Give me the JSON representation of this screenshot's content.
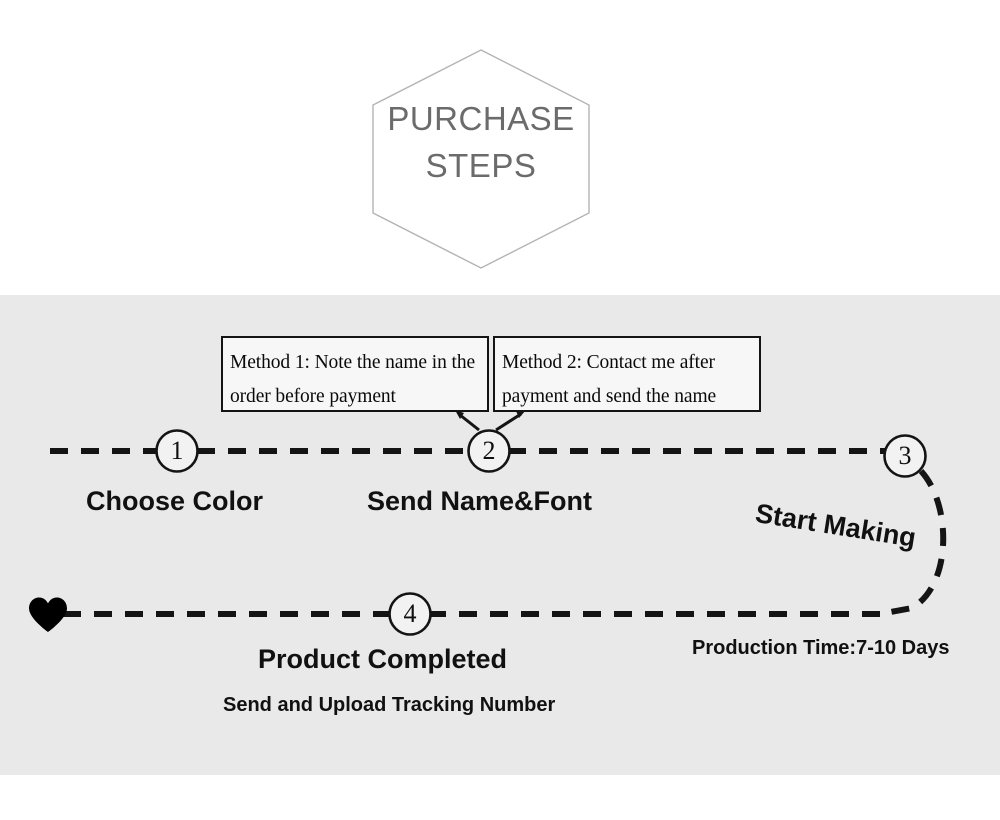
{
  "header": {
    "badge_shape": "hexagon",
    "title": "PURCHASE\nSTEPS",
    "title_color": "#6b6b6b",
    "background": "#ffffff"
  },
  "body": {
    "background": "#e9e9e9",
    "line_color": "#141414"
  },
  "callouts": [
    {
      "id": "method-1",
      "text": "Method 1: Note the name in the order before payment"
    },
    {
      "id": "method-2",
      "text": "Method 2: Contact me after payment and send the name"
    }
  ],
  "steps": [
    {
      "number": "1",
      "label": "Choose Color",
      "sublabel": ""
    },
    {
      "number": "2",
      "label": "Send Name&Font",
      "sublabel": ""
    },
    {
      "number": "3",
      "label": "Start Making",
      "sublabel": "Production Time:7-10 Days"
    },
    {
      "number": "4",
      "label": "Product Completed",
      "sublabel": "Send and Upload Tracking Number"
    }
  ],
  "end_marker": {
    "icon": "heart-icon",
    "color": "#000000"
  }
}
